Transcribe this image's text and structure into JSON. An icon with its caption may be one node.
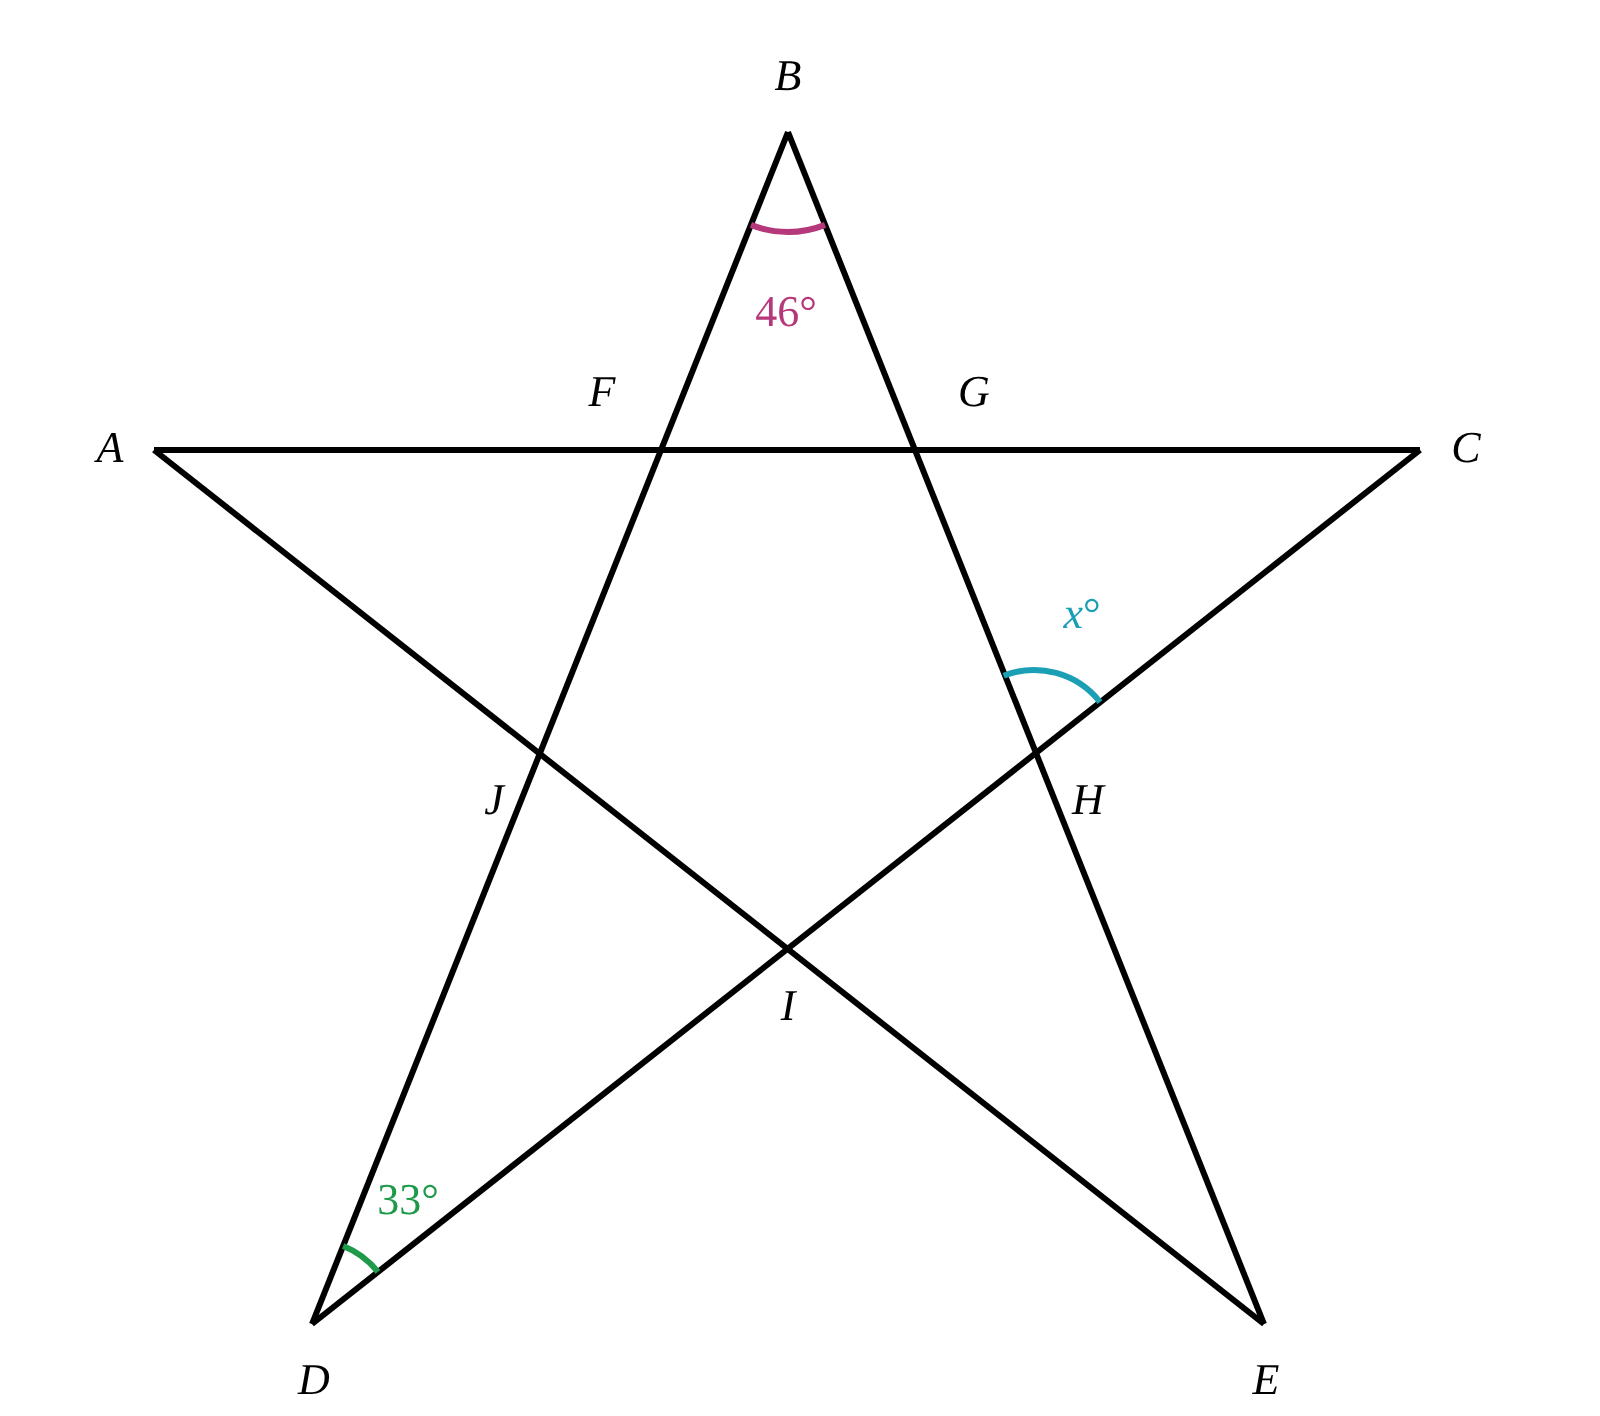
{
  "diagram": {
    "labels": [
      "B",
      "46°",
      "F",
      "G",
      "A",
      "C",
      "*x*°",
      "J",
      "H",
      "I",
      "33°",
      "D",
      "E"
    ]
  }
}
